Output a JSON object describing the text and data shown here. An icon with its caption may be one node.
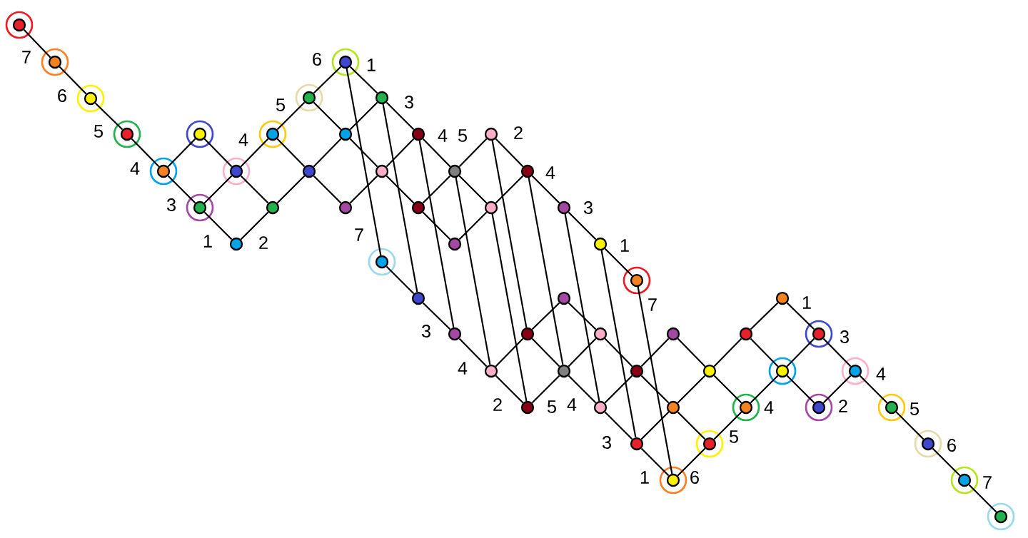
{
  "diagram": {
    "nodes": [
      {
        "text": [],
        "shape": "circle"
      },
      {
        "text": [],
        "shape": "circle",
        "beside": [
          "7"
        ]
      },
      {
        "text": [],
        "shape": "circle",
        "beside": [
          "6",
          "1"
        ]
      },
      {
        "text": [],
        "shape": "circle",
        "beside": [
          "6"
        ]
      },
      {
        "text": [],
        "shape": "circle",
        "beside": [
          "5"
        ]
      },
      {
        "text": [],
        "shape": "circle",
        "beside": [
          "3"
        ]
      },
      {
        "text": [],
        "shape": "circle",
        "beside": [
          "5"
        ]
      },
      {
        "text": [],
        "shape": "circle"
      },
      {
        "text": [],
        "shape": "circle",
        "beside": [
          "4"
        ]
      },
      {
        "text": [],
        "shape": "circle"
      },
      {
        "text": [],
        "shape": "circle",
        "beside": [
          "4"
        ]
      },
      {
        "text": [],
        "shape": "circle",
        "beside": [
          "5",
          "2"
        ]
      },
      {
        "text": [],
        "shape": "circle",
        "beside": [
          "4"
        ]
      },
      {
        "text": [],
        "shape": "circle"
      },
      {
        "text": [],
        "shape": "circle"
      },
      {
        "text": [],
        "shape": "circle"
      },
      {
        "text": [],
        "shape": "circle"
      },
      {
        "text": [],
        "shape": "circle",
        "beside": [
          "4"
        ]
      },
      {
        "text": [],
        "shape": "circle",
        "beside": [
          "3"
        ]
      },
      {
        "text": [],
        "shape": "circle"
      },
      {
        "text": [],
        "shape": "circle"
      },
      {
        "text": [],
        "shape": "circle"
      },
      {
        "text": [],
        "shape": "circle"
      },
      {
        "text": [],
        "shape": "circle",
        "beside": [
          "3"
        ]
      },
      {
        "text": [],
        "shape": "circle",
        "beside": [
          "1",
          "2"
        ]
      },
      {
        "text": [],
        "shape": "circle"
      },
      {
        "text": [],
        "shape": "circle",
        "beside": [
          "1"
        ]
      },
      {
        "text": [],
        "shape": "circle",
        "beside": [
          "7"
        ]
      },
      {
        "text": [],
        "shape": "circle",
        "beside": [
          "7"
        ]
      },
      {
        "text": [],
        "shape": "circle"
      },
      {
        "text": [],
        "shape": "circle"
      },
      {
        "text": [],
        "shape": "circle",
        "beside": [
          "1"
        ]
      },
      {
        "text": [],
        "shape": "circle",
        "beside": [
          "3"
        ]
      },
      {
        "text": [],
        "shape": "circle"
      },
      {
        "text": [],
        "shape": "circle"
      },
      {
        "text": [],
        "shape": "circle"
      },
      {
        "text": [],
        "shape": "circle"
      },
      {
        "text": [],
        "shape": "circle",
        "beside": [
          "3"
        ]
      },
      {
        "text": [],
        "shape": "circle",
        "beside": [
          "4"
        ]
      },
      {
        "text": [],
        "shape": "circle"
      },
      {
        "text": [],
        "shape": "circle"
      },
      {
        "text": [],
        "shape": "circle"
      },
      {
        "text": [],
        "shape": "circle"
      },
      {
        "text": [],
        "shape": "circle",
        "beside": [
          "4"
        ]
      },
      {
        "text": [],
        "shape": "circle",
        "beside": [
          "2",
          "5"
        ]
      },
      {
        "text": [],
        "shape": "circle",
        "beside": [
          "4"
        ]
      },
      {
        "text": [],
        "shape": "circle"
      },
      {
        "text": [],
        "shape": "circle",
        "beside": [
          "4"
        ]
      },
      {
        "text": [],
        "shape": "circle",
        "beside": [
          "2"
        ]
      },
      {
        "text": [],
        "shape": "circle",
        "beside": [
          "5"
        ]
      },
      {
        "text": [],
        "shape": "circle",
        "beside": [
          "3"
        ]
      },
      {
        "text": [],
        "shape": "circle",
        "beside": [
          "5"
        ]
      },
      {
        "text": [],
        "shape": "circle",
        "beside": [
          "6"
        ]
      },
      {
        "text": [],
        "shape": "circle",
        "beside": [
          "1",
          "6"
        ]
      },
      {
        "text": [],
        "shape": "circle",
        "beside": [
          "7"
        ]
      },
      {
        "text": [],
        "shape": "circle"
      }
    ],
    "edges": [
      {
        "from": 0,
        "to": 1,
        "arrow": "none"
      },
      {
        "from": 1,
        "to": 3,
        "arrow": "none"
      },
      {
        "from": 3,
        "to": 6,
        "arrow": "none"
      },
      {
        "from": 6,
        "to": 12,
        "arrow": "none"
      },
      {
        "from": 12,
        "to": 7,
        "arrow": "none"
      },
      {
        "from": 12,
        "to": 18,
        "arrow": "none"
      },
      {
        "from": 7,
        "to": 13,
        "arrow": "none"
      },
      {
        "from": 18,
        "to": 13,
        "arrow": "none"
      },
      {
        "from": 18,
        "to": 24,
        "arrow": "none"
      },
      {
        "from": 24,
        "to": 19,
        "arrow": "none"
      },
      {
        "from": 13,
        "to": 8,
        "arrow": "none"
      },
      {
        "from": 13,
        "to": 19,
        "arrow": "none"
      },
      {
        "from": 19,
        "to": 14,
        "arrow": "none"
      },
      {
        "from": 8,
        "to": 4,
        "arrow": "none"
      },
      {
        "from": 8,
        "to": 14,
        "arrow": "none"
      },
      {
        "from": 4,
        "to": 2,
        "arrow": "none"
      },
      {
        "from": 4,
        "to": 9,
        "arrow": "none"
      },
      {
        "from": 14,
        "to": 9,
        "arrow": "none"
      },
      {
        "from": 14,
        "to": 20,
        "arrow": "none"
      },
      {
        "from": 2,
        "to": 5,
        "arrow": "none"
      },
      {
        "from": 5,
        "to": 9,
        "arrow": "none"
      },
      {
        "from": 9,
        "to": 15,
        "arrow": "none"
      },
      {
        "from": 20,
        "to": 15,
        "arrow": "none"
      },
      {
        "from": 5,
        "to": 10,
        "arrow": "none"
      },
      {
        "from": 15,
        "to": 10,
        "arrow": "none"
      },
      {
        "from": 15,
        "to": 21,
        "arrow": "none"
      },
      {
        "from": 10,
        "to": 16,
        "arrow": "none"
      },
      {
        "from": 21,
        "to": 16,
        "arrow": "none"
      },
      {
        "from": 21,
        "to": 25,
        "arrow": "none"
      },
      {
        "from": 16,
        "to": 11,
        "arrow": "none"
      },
      {
        "from": 16,
        "to": 22,
        "arrow": "none"
      },
      {
        "from": 11,
        "to": 17,
        "arrow": "none"
      },
      {
        "from": 25,
        "to": 22,
        "arrow": "none"
      },
      {
        "from": 22,
        "to": 17,
        "arrow": "none"
      },
      {
        "from": 17,
        "to": 23,
        "arrow": "none"
      },
      {
        "from": 23,
        "to": 26,
        "arrow": "none"
      },
      {
        "from": 26,
        "to": 28,
        "arrow": "none"
      },
      {
        "from": 2,
        "to": 27,
        "arrow": "none"
      },
      {
        "from": 5,
        "to": 29,
        "arrow": "none"
      },
      {
        "from": 10,
        "to": 32,
        "arrow": "none"
      },
      {
        "from": 16,
        "to": 38,
        "arrow": "none"
      },
      {
        "from": 11,
        "to": 33,
        "arrow": "none"
      },
      {
        "from": 22,
        "to": 44,
        "arrow": "none"
      },
      {
        "from": 17,
        "to": 39,
        "arrow": "none"
      },
      {
        "from": 23,
        "to": 45,
        "arrow": "none"
      },
      {
        "from": 26,
        "to": 50,
        "arrow": "none"
      },
      {
        "from": 28,
        "to": 53,
        "arrow": "none"
      },
      {
        "from": 27,
        "to": 29,
        "arrow": "none"
      },
      {
        "from": 29,
        "to": 32,
        "arrow": "none"
      },
      {
        "from": 32,
        "to": 38,
        "arrow": "none"
      },
      {
        "from": 38,
        "to": 33,
        "arrow": "none"
      },
      {
        "from": 38,
        "to": 44,
        "arrow": "none"
      },
      {
        "from": 33,
        "to": 30,
        "arrow": "none"
      },
      {
        "from": 33,
        "to": 39,
        "arrow": "none"
      },
      {
        "from": 44,
        "to": 39,
        "arrow": "none"
      },
      {
        "from": 30,
        "to": 34,
        "arrow": "none"
      },
      {
        "from": 39,
        "to": 34,
        "arrow": "none"
      },
      {
        "from": 39,
        "to": 45,
        "arrow": "none"
      },
      {
        "from": 34,
        "to": 40,
        "arrow": "none"
      },
      {
        "from": 45,
        "to": 40,
        "arrow": "none"
      },
      {
        "from": 45,
        "to": 50,
        "arrow": "none"
      },
      {
        "from": 40,
        "to": 35,
        "arrow": "none"
      },
      {
        "from": 40,
        "to": 46,
        "arrow": "none"
      },
      {
        "from": 50,
        "to": 46,
        "arrow": "none"
      },
      {
        "from": 50,
        "to": 53,
        "arrow": "none"
      },
      {
        "from": 35,
        "to": 41,
        "arrow": "none"
      },
      {
        "from": 46,
        "to": 41,
        "arrow": "none"
      },
      {
        "from": 46,
        "to": 51,
        "arrow": "none"
      },
      {
        "from": 53,
        "to": 51,
        "arrow": "none"
      },
      {
        "from": 41,
        "to": 36,
        "arrow": "none"
      },
      {
        "from": 41,
        "to": 47,
        "arrow": "none"
      },
      {
        "from": 51,
        "to": 47,
        "arrow": "none"
      },
      {
        "from": 36,
        "to": 42,
        "arrow": "none"
      },
      {
        "from": 47,
        "to": 42,
        "arrow": "none"
      },
      {
        "from": 36,
        "to": 31,
        "arrow": "none"
      },
      {
        "from": 31,
        "to": 37,
        "arrow": "none"
      },
      {
        "from": 37,
        "to": 42,
        "arrow": "none"
      },
      {
        "from": 42,
        "to": 48,
        "arrow": "none"
      },
      {
        "from": 48,
        "to": 43,
        "arrow": "none"
      },
      {
        "from": 37,
        "to": 43,
        "arrow": "none"
      },
      {
        "from": 43,
        "to": 49,
        "arrow": "none"
      },
      {
        "from": 49,
        "to": 52,
        "arrow": "none"
      },
      {
        "from": 52,
        "to": 54,
        "arrow": "none"
      },
      {
        "from": 54,
        "to": 55,
        "arrow": "none"
      }
    ]
  }
}
